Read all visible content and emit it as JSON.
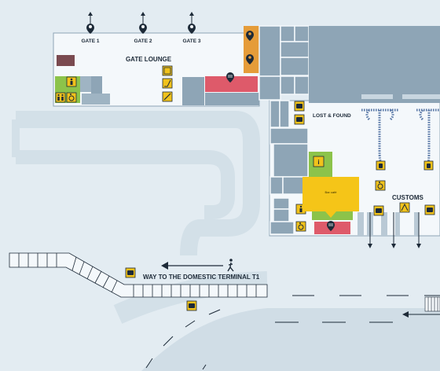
{
  "labels": {
    "gate1": "GATE 1",
    "gate2": "GATE 2",
    "gate3": "GATE 3",
    "gate_lounge": "GATE LOUNGE",
    "lost_found": "LOST & FOUND",
    "customs": "CUSTOMS",
    "domestic_way": "WAY TO THE DOMESTIC TERMINAL T1"
  },
  "tooltip": {
    "text": "Bar café"
  },
  "colors": {
    "background": "#e3ecf2",
    "building": "#f4f8fb",
    "room": "#8ea5b6",
    "food": "#de5a6a",
    "shop": "#e59c39",
    "restroom": "#8cc34a",
    "icon_badge": "#f1c21b",
    "path": "#8ea5b6",
    "baggage_belt": "#5b7aa8"
  },
  "icons": [
    "gate-pin-icon",
    "location-pin-icon",
    "restaurant-icon",
    "elevator-icon",
    "escalator-icon",
    "restroom-icon",
    "wheelchair-icon",
    "lost-and-found-icon",
    "info-icon",
    "luggage-icon",
    "walking-icon",
    "arrow-left-icon"
  ]
}
